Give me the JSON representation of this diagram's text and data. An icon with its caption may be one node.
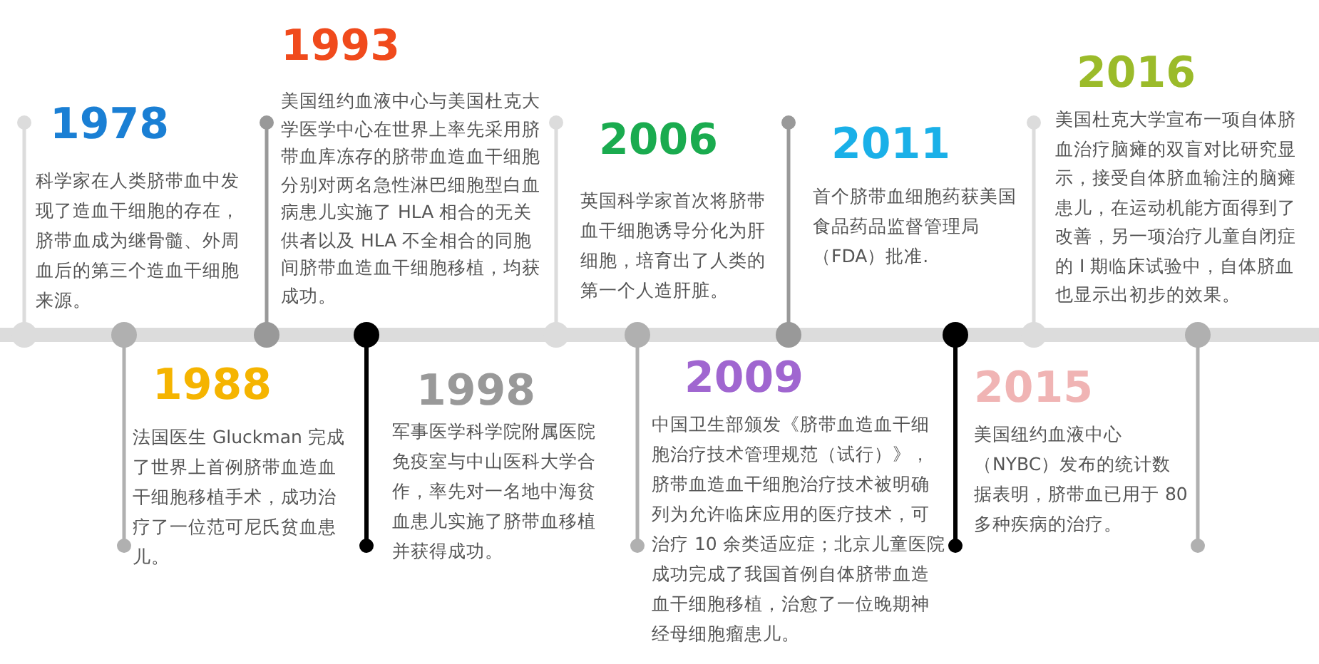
{
  "diagram": {
    "nodes": [
      {
        "text": [
          "1978",
          "科学家在人类脐带血中发现了造血干细胞的存在，脐带血成为继骨髓、外周血后的第三个造血干细胞来源。"
        ]
      },
      {
        "text": [
          "1988",
          "法国医生 Gluckman 完成了世界上首例脐带血造血干细胞移植手术，成功治疗了一位范可尼氏贫血患儿。"
        ]
      },
      {
        "text": [
          "1993",
          "美国纽约血液中心与美国杜克大学医学中心在世界上率先采用脐带血库冻存的脐带血造血干细胞分别对两名急性淋巴细胞型白血病患儿实施了 HLA 相合的无关供者以及 HLA 不全相合的同胞间脐带血造血干细胞移植，均获成功。"
        ]
      },
      {
        "text": [
          "1998",
          "军事医学科学院附属医院免疫室与中山医科大学合作，率先对一名地中海贫血患儿实施了脐带血移植并获得成功。"
        ]
      },
      {
        "text": [
          "2006",
          "英国科学家首次将脐带血干细胞诱导分化为肝细胞，培育出了人类的第一个人造肝脏。"
        ]
      },
      {
        "text": [
          "2009",
          "中国卫生部颁发《脐带血造血干细胞治疗技术管理规范（试行）》，脐带血造血干细胞治疗技术被明确列为允许临床应用的医疗技术，可治疗 10 余类适应症；北京儿童医院成功完成了我国首例自体脐带血造血干细胞移植，治愈了一位晚期神经母细胞瘤患儿。"
        ]
      },
      {
        "text": [
          "2011",
          "首个脐带血细胞药获美国食品药品监督管理局（FDA）批准."
        ]
      },
      {
        "text": [
          "2015",
          "美国纽约血液中心（NYBC）发布的统计数据表明，脐带血已用于 80 多种疾病的治疗。"
        ]
      },
      {
        "text": [
          "2016",
          "美国杜克大学宣布一项自体脐血治疗脑瘫的双盲对比研究显示，接受自体脐血输注的脑瘫患儿，在运动机能方面得到了改善，另一项治疗儿童自闭症的 I 期临床试验中，自体脐血也显示出初步的效果。"
        ]
      }
    ]
  }
}
